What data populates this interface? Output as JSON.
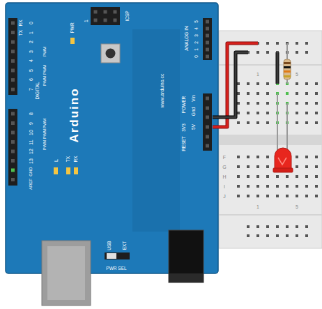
{
  "diagram": {
    "labels": [
      "RX",
      "TX",
      "0",
      "1",
      "2",
      "3",
      "PWM",
      "4",
      "5",
      "PWM",
      "6",
      "PWM",
      "7",
      "DIGITAL",
      "8",
      "9",
      "PWM",
      "10",
      "PWM",
      "11",
      "PWM",
      "12",
      "13",
      "GND",
      "AREF",
      "Arduino",
      "PWR",
      "1",
      "ICSP",
      "L",
      "TX",
      "RX",
      "www.arduino.cc",
      "ANALOG IN",
      "0",
      "1",
      "2",
      "3",
      "4",
      "5",
      "POWER",
      "Vin",
      "Gnd",
      "5V",
      "3V3",
      "RESET",
      "USB",
      "EXT",
      "PWR SEL",
      "1",
      "5",
      "F",
      "G",
      "H",
      "I",
      "J",
      "1",
      "5"
    ]
  }
}
